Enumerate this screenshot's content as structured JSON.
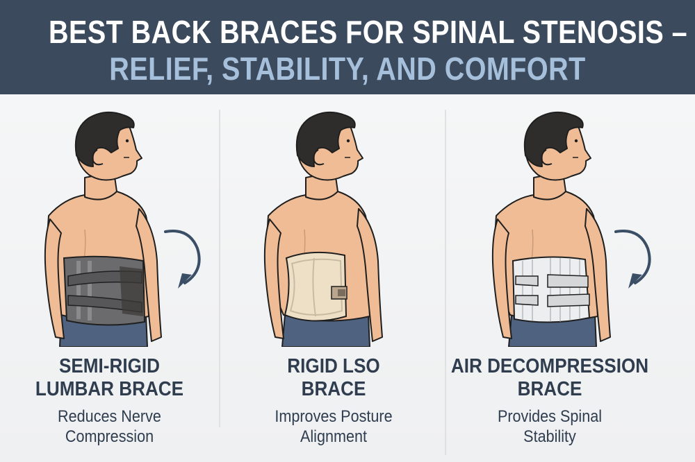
{
  "header": {
    "title_line1": "BEST BACK BRACES FOR SPINAL STENOSIS –",
    "title_line2": "RELIEF, STABILITY, AND COMFORT"
  },
  "colors": {
    "header_bg": "#3b4a5c",
    "title_primary": "#ffffff",
    "title_accent": "#a6c0dc",
    "caption_text": "#2f3d4f",
    "skin": "#efbc96",
    "hair": "#2f2d2b",
    "pants": "#4f6381",
    "arrow": "#3a4e66",
    "brace_semi_rigid": "#6b6b6d",
    "brace_rigid": "#eee0c6",
    "brace_air": "#eceeef"
  },
  "panels": [
    {
      "title_line1": "SEMI-RIGID",
      "title_line2": "LUMBAR BRACE",
      "subtitle_line1": "Reduces Nerve",
      "subtitle_line2": "Compression",
      "brace_icon": "semi-rigid-lumbar-brace",
      "has_arrow": true
    },
    {
      "title_line1": "RIGID LSO",
      "title_line2": "BRACE",
      "subtitle_line1": "Improves Posture",
      "subtitle_line2": "Alignment",
      "brace_icon": "rigid-lso-brace",
      "has_arrow": false
    },
    {
      "title_line1": "AIR DECOMPRESSION",
      "title_line2": "BRACE",
      "subtitle_line1": "Provides Spinal",
      "subtitle_line2": "Stability",
      "brace_icon": "air-decompression-brace",
      "has_arrow": true
    }
  ]
}
